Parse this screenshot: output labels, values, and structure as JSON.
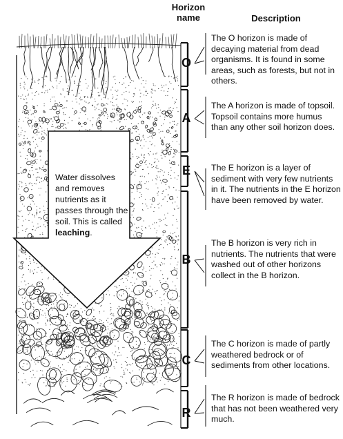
{
  "headers": {
    "horizon_name": "Horizon\nname",
    "description": "Description"
  },
  "horizons": [
    {
      "letter": "O",
      "description": "The O horizon is made of decaying material from dead organisms. It is found in some areas, such as forests, but not in others."
    },
    {
      "letter": "A",
      "description": "The A horizon is made of topsoil. Topsoil contains more humus than any other soil horizon does."
    },
    {
      "letter": "E",
      "description": "The E horizon is a layer of sediment with very few nutrients in it. The nutrients in the E horizon have been removed by water."
    },
    {
      "letter": "B",
      "description": "The B horizon is very rich in nutrients. The nutrients that were washed out of other horizons collect in the B horizon."
    },
    {
      "letter": "C",
      "description": "The C horizon is made of partly weathered bedrock or of sediments from other locations."
    },
    {
      "letter": "R",
      "description": "The R horizon is made of bedrock that has not been weathered very much."
    }
  ],
  "arrow": {
    "text_before": "Water dissolves and removes nutrients as it passes through the soil. This is called ",
    "text_bold": "leaching",
    "text_after": "."
  }
}
